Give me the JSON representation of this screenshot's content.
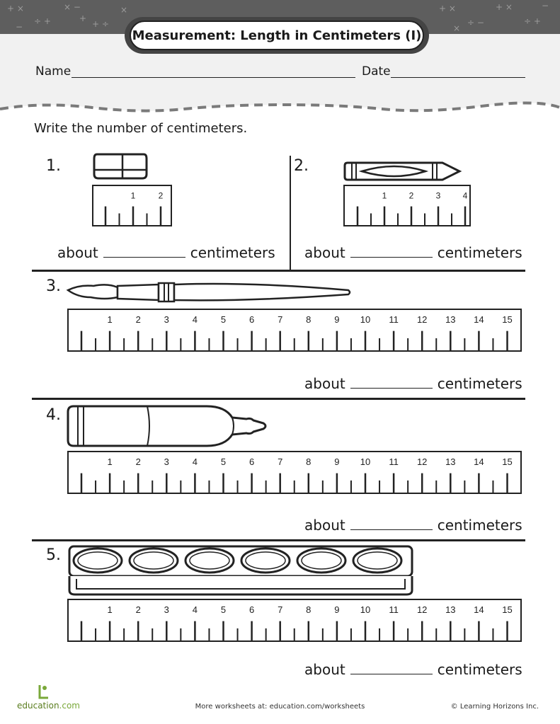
{
  "title": "Measurement: Length in Centimeters (I)",
  "fields": {
    "name_label": "Name",
    "date_label": "Date"
  },
  "instruction": "Write the number of centimeters.",
  "answer": {
    "prefix": "about",
    "suffix": "centimeters"
  },
  "problems": [
    {
      "number": "1.",
      "object": "eraser-icon",
      "ruler_labels": [
        "1",
        "2"
      ]
    },
    {
      "number": "2.",
      "object": "crayon-icon",
      "ruler_labels": [
        "1",
        "2",
        "3",
        "4"
      ]
    },
    {
      "number": "3.",
      "object": "paintbrush-icon",
      "ruler_labels": [
        "1",
        "2",
        "3",
        "4",
        "5",
        "6",
        "7",
        "8",
        "9",
        "10",
        "11",
        "12",
        "13",
        "14",
        "15"
      ]
    },
    {
      "number": "4.",
      "object": "marker-icon",
      "ruler_labels": [
        "1",
        "2",
        "3",
        "4",
        "5",
        "6",
        "7",
        "8",
        "9",
        "10",
        "11",
        "12",
        "13",
        "14",
        "15"
      ]
    },
    {
      "number": "5.",
      "object": "paint-palette-icon",
      "ruler_labels": [
        "1",
        "2",
        "3",
        "4",
        "5",
        "6",
        "7",
        "8",
        "9",
        "10",
        "11",
        "12",
        "13",
        "14",
        "15"
      ]
    }
  ],
  "footer": {
    "logo_text": "education",
    "logo_suffix": ".com",
    "center": "More worksheets at: education.com/worksheets",
    "right": "© Learning Horizons Inc."
  }
}
